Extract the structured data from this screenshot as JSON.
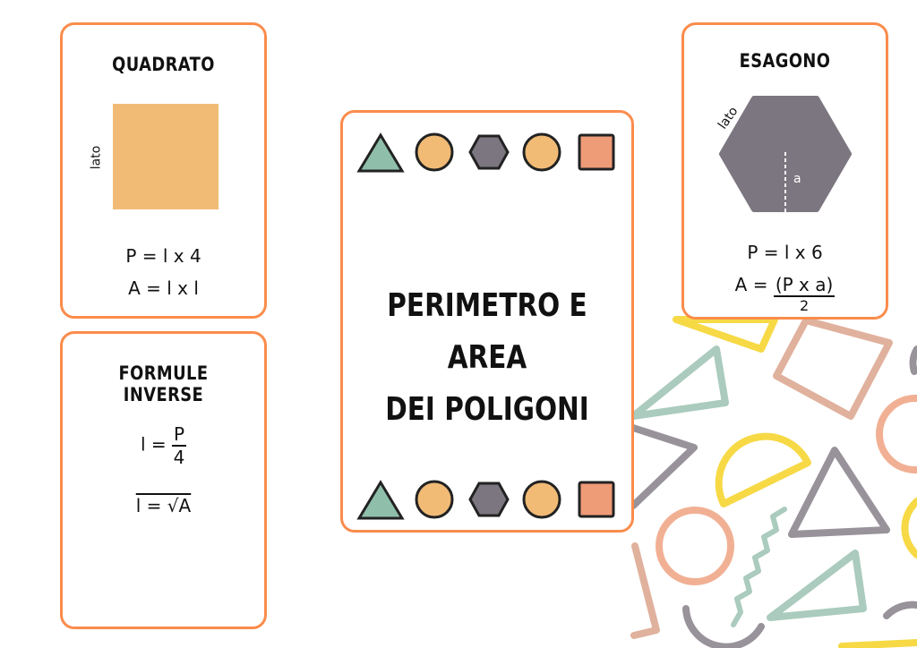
{
  "colors": {
    "card_border": "#fa8c4c",
    "square": "#f1bb76",
    "hexagon": "#7c7680",
    "triangle": "#8fbfaa",
    "circle": "#f1bb76",
    "tile": "#ee9b77"
  },
  "quadrato": {
    "title": "QUADRATO",
    "side_label": "lato",
    "perimeter": "P = l x 4",
    "area": "A = l x l"
  },
  "inverse": {
    "title": "FORMULE INVERSE",
    "l_eq": "l =",
    "numerator": "P",
    "denominator": "4",
    "sqrt_formula": "l = √A"
  },
  "center": {
    "title_line1": "PERIMETRO E AREA",
    "title_line2": "DEI POLIGONI",
    "icons": [
      "triangle-icon",
      "circle-icon",
      "hexagon-icon",
      "circle-icon",
      "square-icon"
    ]
  },
  "esagono": {
    "title": "ESAGONO",
    "side_label": "lato",
    "apothem_label": "a",
    "perimeter": "P = l x 6",
    "area_prefix": "A =",
    "area_numerator": "(P x a)",
    "area_denominator": "2"
  }
}
